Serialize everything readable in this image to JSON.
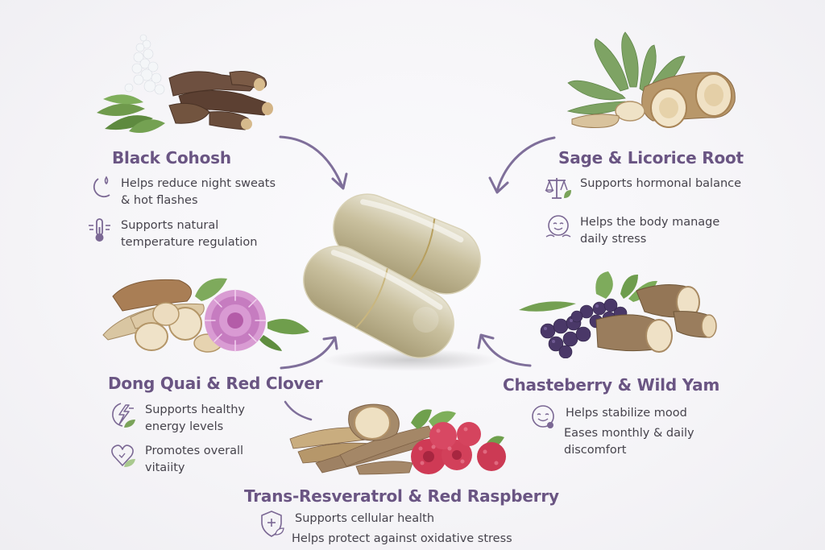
{
  "colors": {
    "title": "#6a5583",
    "body_text": "#46434c",
    "icon_stroke": "#7b6894",
    "leaf_accent": "#7aa35a",
    "arrow": "#7f6f9a",
    "background": "#f6f5f8"
  },
  "center": {
    "illustration": "two-herbal-capsules"
  },
  "ingredients": [
    {
      "name": "Black Cohosh",
      "illustration": "black-cohosh-roots-and-flowers",
      "benefits": [
        {
          "icon": "moon-droplet-icon",
          "text": "Helps reduce night sweats\n& hot flashes"
        },
        {
          "icon": "thermometer-icon",
          "text": "Supports natural\ntemperature regulation"
        }
      ]
    },
    {
      "name": "Sage & Licorice Root",
      "illustration": "sage-leaves-and-licorice-root",
      "benefits": [
        {
          "icon": "balance-scale-leaf-icon",
          "text": "Supports hormonal balance"
        },
        {
          "icon": "calm-face-icon",
          "text": "Helps the body manage\ndaily stress"
        }
      ]
    },
    {
      "name": "Dong Quai & Red Clover",
      "illustration": "dong-quai-root-and-red-clover-flower",
      "benefits": [
        {
          "icon": "energy-bolt-leaf-icon",
          "text": "Supports healthy\nenergy levels"
        },
        {
          "icon": "heart-leaf-icon",
          "text": "Promotes overall\nvitaiity"
        }
      ]
    },
    {
      "name": "Chasteberry & Wild Yam",
      "illustration": "chasteberries-and-wild-yam-root",
      "benefits": [
        {
          "icon": "smiling-face-icon",
          "text": "Helps stabilize mood"
        },
        {
          "icon": "",
          "text": "Eases monthly & daily\ndiscomfort"
        }
      ]
    },
    {
      "name": "Trans-Resveratrol & Red Raspberry",
      "illustration": "root-sticks-and-red-raspberries",
      "benefits": [
        {
          "icon": "shield-plus-leaf-icon",
          "text": "Supports cellular health"
        },
        {
          "icon": "",
          "text": "Helps protect against oxidative stress"
        }
      ]
    }
  ]
}
